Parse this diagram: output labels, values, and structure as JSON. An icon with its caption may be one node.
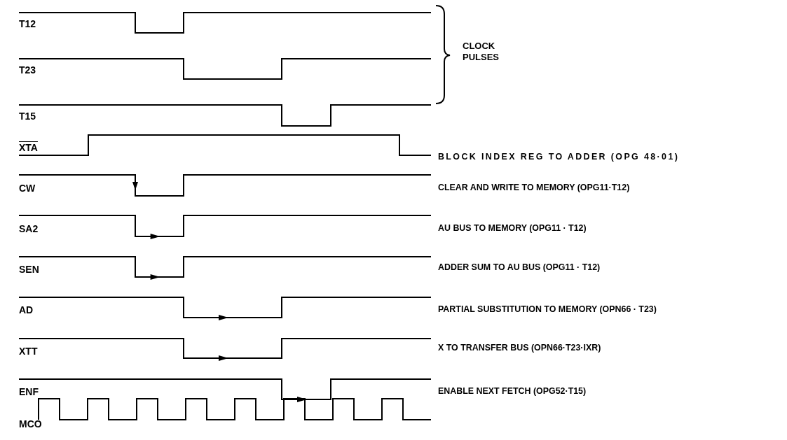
{
  "diagram": {
    "labels": [
      "T12",
      "T23",
      "CLOCK PULSES",
      "T15",
      "XTA",
      "BLOCK INDEX REG TO ADDER (OPG 48·01)",
      "CW",
      "CLEAR AND WRITE TO MEMORY (OPG11·T12)",
      "SA2",
      "AU BUS TO MEMORY (OPG11 · T12)",
      "SEN",
      "ADDER SUM TO AU BUS (OPG11 · T12)",
      "AD",
      "PARTIAL SUBSTITUTION TO MEMORY (OPN66 · T23)",
      "XTT",
      "X TO TRANSFER BUS (OPN66·T23·IXR)",
      "ENF",
      "ENABLE NEXT FETCH (OPG52·T15)",
      "MCO"
    ]
  }
}
